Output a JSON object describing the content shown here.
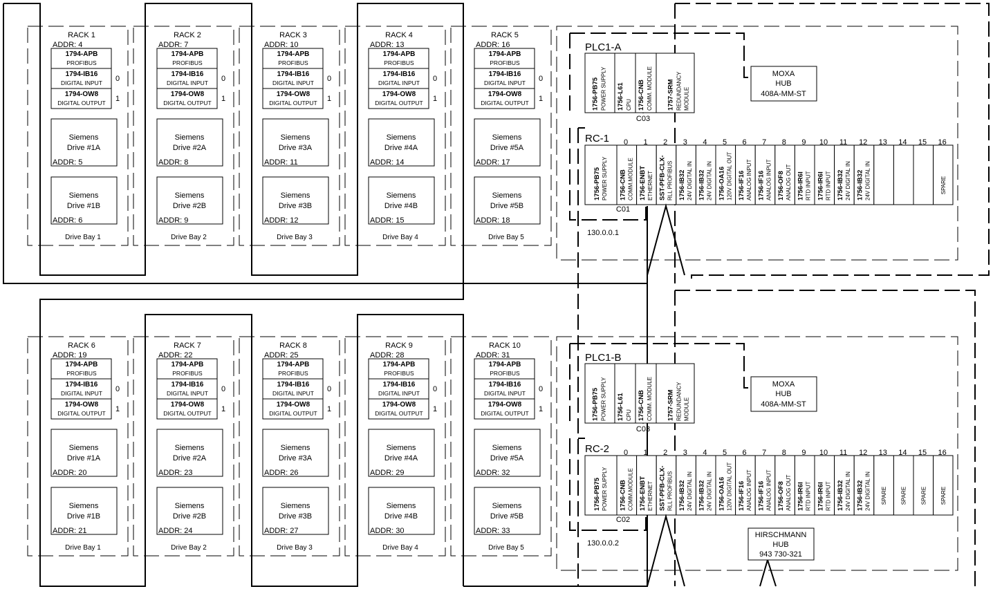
{
  "racks": [
    {
      "label": "RACK 1",
      "addr": "ADDR: 4",
      "drive_a": "Drive #1A",
      "addr_a": "ADDR: 5",
      "drive_b": "Drive  #1B",
      "addr_b": "ADDR: 6",
      "bay": "Drive Bay 1"
    },
    {
      "label": "RACK 2",
      "addr": "ADDR: 7",
      "drive_a": "Drive #2A",
      "addr_a": "ADDR: 8",
      "drive_b": "Drive  #2B",
      "addr_b": "ADDR: 9",
      "bay": "Drive Bay 2"
    },
    {
      "label": "RACK 3",
      "addr": "ADDR: 10",
      "drive_a": "Drive #3A",
      "addr_a": "ADDR: 11",
      "drive_b": "Drive  #3B",
      "addr_b": "ADDR: 12",
      "bay": "Drive Bay 3"
    },
    {
      "label": "RACK 4",
      "addr": "ADDR: 13",
      "drive_a": "Drive #4A",
      "addr_a": "ADDR: 14",
      "drive_b": "Drive  #4B",
      "addr_b": "ADDR: 15",
      "bay": "Drive Bay 4"
    },
    {
      "label": "RACK 5",
      "addr": "ADDR: 16",
      "drive_a": "Drive #5A",
      "addr_a": "ADDR: 17",
      "drive_b": "Drive  #5B",
      "addr_b": "ADDR: 18",
      "bay": "Drive Bay 5"
    },
    {
      "label": "RACK 6",
      "addr": "ADDR: 19",
      "drive_a": "Drive #1A",
      "addr_a": "ADDR: 20",
      "drive_b": "Drive  #1B",
      "addr_b": "ADDR: 21",
      "bay": "Drive Bay 1"
    },
    {
      "label": "RACK 7",
      "addr": "ADDR: 22",
      "drive_a": "Drive #2A",
      "addr_a": "ADDR: 23",
      "drive_b": "Drive  #2B",
      "addr_b": "ADDR: 24",
      "bay": "Drive Bay 2"
    },
    {
      "label": "RACK 8",
      "addr": "ADDR: 25",
      "drive_a": "Drive #3A",
      "addr_a": "ADDR: 26",
      "drive_b": "Drive  #3B",
      "addr_b": "ADDR: 27",
      "bay": "Drive Bay 3"
    },
    {
      "label": "RACK 9",
      "addr": "ADDR: 28",
      "drive_a": "Drive #4A",
      "addr_a": "ADDR: 29",
      "drive_b": "Drive  #4B",
      "addr_b": "ADDR: 30",
      "bay": "Drive Bay 4"
    },
    {
      "label": "RACK 10",
      "addr": "ADDR: 31",
      "drive_a": "Drive #5A",
      "addr_a": "ADDR: 32",
      "drive_b": "Drive  #5B",
      "addr_b": "ADDR: 33",
      "bay": "Drive Bay 5"
    }
  ],
  "io_modules": [
    {
      "part": "1794-APB",
      "desc": "PROFIBUS"
    },
    {
      "part": "1794-IB16",
      "desc": "DIGITAL INPUT"
    },
    {
      "part": "1794-OW8",
      "desc": "DIGITAL OUTPUT"
    }
  ],
  "vendor": "Siemens",
  "io_slot_0": "0",
  "io_slot_1": "1",
  "plcs": [
    {
      "name": "PLC1-A",
      "slot_label": "C03"
    },
    {
      "name": "PLC1-B",
      "slot_label": "C03"
    }
  ],
  "plc_modules": [
    {
      "part": "1756-PB75",
      "desc": "POWER SUPPLY"
    },
    {
      "part": "1756-L61",
      "desc": "CPU"
    },
    {
      "part": "1756-CNB",
      "desc": "COMM. MODULE"
    },
    {
      "part": "1757-SRM",
      "desc": "REDUNDANCY",
      "desc2": "MODULE"
    }
  ],
  "moxa": {
    "name": "MOXA",
    "type": "HUB",
    "model": "408A-MM-ST"
  },
  "chassis": [
    {
      "name": "RC-1",
      "cable": "C01",
      "ip": "130.0.0.1",
      "last_spares": 1
    },
    {
      "name": "RC-2",
      "cable": "C02",
      "ip": "130.0.0.2",
      "last_spares": 4
    }
  ],
  "chassis_slot_numbers": [
    "0",
    "1",
    "2",
    "3",
    "4",
    "5",
    "6",
    "7",
    "8",
    "9",
    "10",
    "11",
    "12",
    "13",
    "14",
    "15",
    "16"
  ],
  "chassis_modules": [
    {
      "part": "1756-PB75",
      "desc": "POWER SUPPLY"
    },
    {
      "part": "1756-CNB",
      "desc": "COMM.MODULE"
    },
    {
      "part": "1756-ENBT",
      "desc": "ETHERNET"
    },
    {
      "part": "SST-PFB-CLX-",
      "desc": "RLL  PROFIBUS"
    },
    {
      "part": "1756-IB32",
      "desc": "24V DIGITAL IN"
    },
    {
      "part": "1756-IB32",
      "desc": "24V DIGITAL IN"
    },
    {
      "part": "1756-OA16",
      "desc": "120V DIGITAL OUT"
    },
    {
      "part": "1756-IF16",
      "desc": "ANALOG INPUT"
    },
    {
      "part": "1756-IF16",
      "desc": "ANALOG INPUT"
    },
    {
      "part": "1756-OF8",
      "desc": "ANALOG OUT"
    },
    {
      "part": "1756-IR6I",
      "desc": "RTD INPUT"
    },
    {
      "part": "1756-IR6I",
      "desc": "RTD INPUT"
    },
    {
      "part": "1756-IB32",
      "desc": "24V DIGITAL IN"
    },
    {
      "part": "1756-IB32",
      "desc": "24V DIGITAL IN"
    }
  ],
  "spare_label": "SPARE",
  "hirschmann": {
    "name": "HIRSCHMANN",
    "type": "HUB",
    "model": "943 730-321"
  }
}
